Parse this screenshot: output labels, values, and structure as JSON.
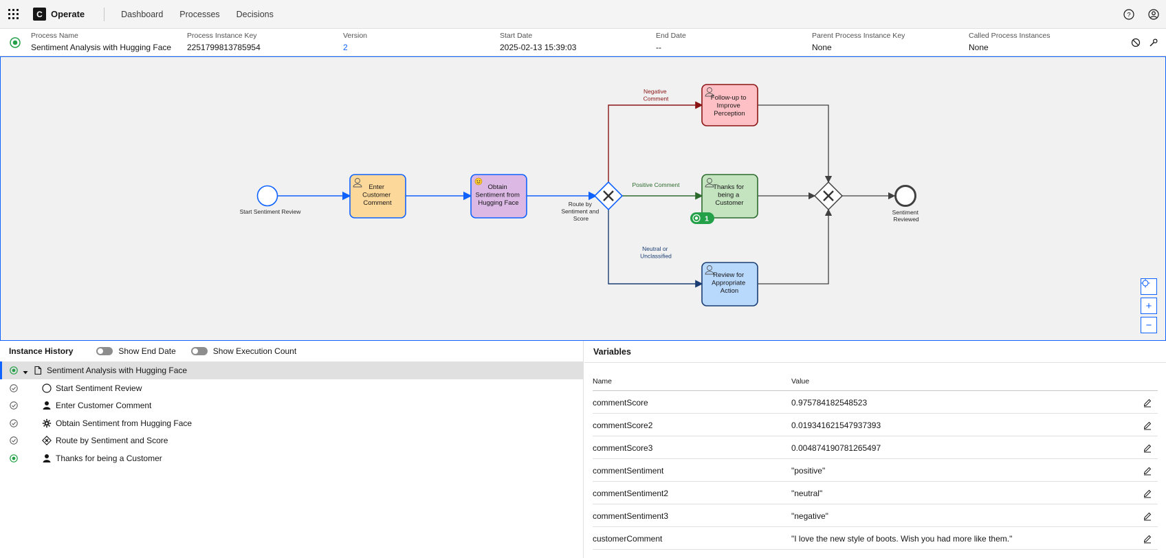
{
  "app": {
    "brand_logo": "C",
    "brand_name": "Operate",
    "nav": [
      "Dashboard",
      "Processes",
      "Decisions"
    ]
  },
  "instance": {
    "fields": [
      {
        "label": "Process Name",
        "value": "Sentiment Analysis with Hugging Face"
      },
      {
        "label": "Process Instance Key",
        "value": "2251799813785954"
      },
      {
        "label": "Version",
        "value": "2"
      },
      {
        "label": "Start Date",
        "value": "2025-02-13 15:39:03"
      },
      {
        "label": "End Date",
        "value": "--"
      },
      {
        "label": "Parent Process Instance Key",
        "value": "None"
      },
      {
        "label": "Called Process Instances",
        "value": "None"
      }
    ],
    "state": "active"
  },
  "diagram": {
    "start_event": "Start Sentiment Review",
    "task_enter": [
      "Enter",
      "Customer",
      "Comment"
    ],
    "task_obtain": [
      "Obtain",
      "Sentiment from",
      "Hugging Face"
    ],
    "gateway_label": [
      "Route by",
      "Sentiment and",
      "Score"
    ],
    "flow_negative": [
      "Negative",
      "Comment"
    ],
    "flow_positive": "Positive Comment",
    "flow_neutral": [
      "Neutral or",
      "Unclassified"
    ],
    "task_followup": [
      "Follow-up to",
      "Improve",
      "Perception"
    ],
    "task_thanks": [
      "Thanks for",
      "being a",
      "Customer"
    ],
    "task_review": [
      "Review for",
      "Appropriate",
      "Action"
    ],
    "end_event": [
      "Sentiment",
      "Reviewed"
    ],
    "active_count": "1",
    "colors": {
      "enter": "#fcd89a",
      "obtain": "#dcb8e4",
      "followup": "#ffc0c5",
      "thanks": "#c4e4c0",
      "review": "#b8d8fc",
      "active_flow": "#0f62fe",
      "negative_flow": "#8a1414",
      "positive_flow": "#2d6a2d",
      "neutral_flow": "#1a3d73"
    },
    "zoom_controls": [
      "reset-icon",
      "+",
      "−"
    ]
  },
  "history": {
    "title": "Instance History",
    "toggle_end_date": "Show End Date",
    "toggle_exec_count": "Show Execution Count",
    "items": [
      {
        "label": "Sentiment Analysis with Hugging Face",
        "icon": "document-icon",
        "state": "active"
      },
      {
        "label": "Start Sentiment Review",
        "icon": "start-event-icon",
        "state": "completed"
      },
      {
        "label": "Enter Customer Comment",
        "icon": "user-task-icon",
        "state": "completed"
      },
      {
        "label": "Obtain Sentiment from Hugging Face",
        "icon": "service-task-icon",
        "state": "completed"
      },
      {
        "label": "Route by Sentiment and Score",
        "icon": "gateway-icon",
        "state": "completed"
      },
      {
        "label": "Thanks for being a Customer",
        "icon": "user-task-icon",
        "state": "active"
      }
    ]
  },
  "variables": {
    "title": "Variables",
    "col_name": "Name",
    "col_value": "Value",
    "rows": [
      {
        "name": "commentScore",
        "value": "0.975784182548523"
      },
      {
        "name": "commentScore2",
        "value": "0.019341621547937393"
      },
      {
        "name": "commentScore3",
        "value": "0.004874190781265497"
      },
      {
        "name": "commentSentiment",
        "value": "\"positive\""
      },
      {
        "name": "commentSentiment2",
        "value": "\"neutral\""
      },
      {
        "name": "commentSentiment3",
        "value": "\"negative\""
      },
      {
        "name": "customerComment",
        "value": "\"I love the new style of boots. Wish you had more like them.\""
      }
    ]
  }
}
